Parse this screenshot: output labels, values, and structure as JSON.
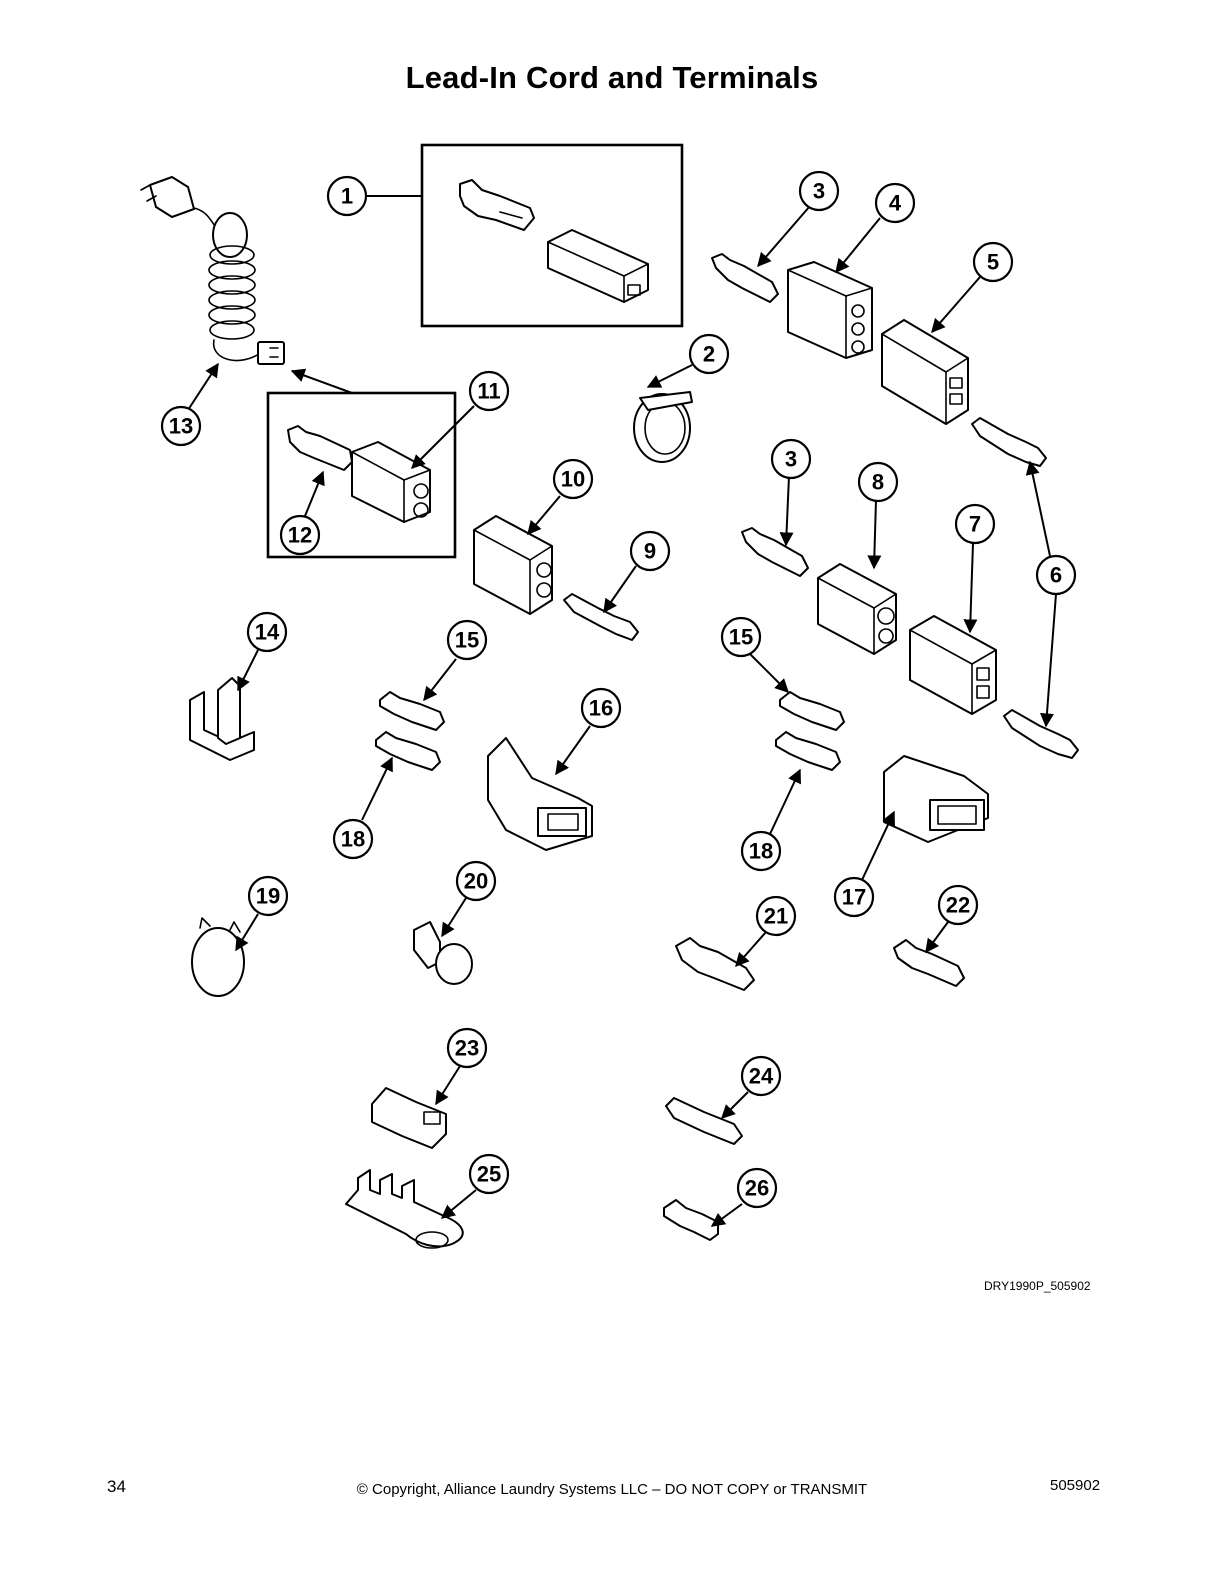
{
  "title": "Lead-In Cord and Terminals",
  "callouts": [
    "1",
    "2",
    "3",
    "3",
    "4",
    "5",
    "6",
    "7",
    "8",
    "9",
    "10",
    "11",
    "12",
    "13",
    "14",
    "15",
    "15",
    "16",
    "17",
    "18",
    "18",
    "19",
    "20",
    "21",
    "22",
    "23",
    "24",
    "25",
    "26"
  ],
  "drawing_code": "DRY1990P_505902",
  "footer": {
    "page_number": "34",
    "copyright": "© Copyright, Alliance Laundry Systems LLC – DO NOT COPY or TRANSMIT",
    "doc_number": "505902"
  }
}
